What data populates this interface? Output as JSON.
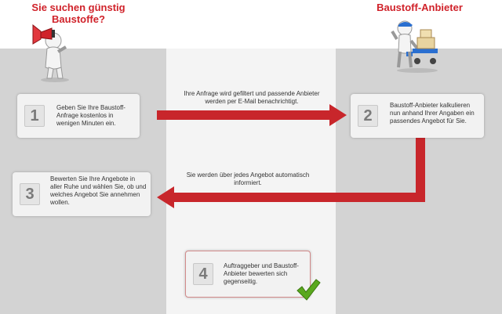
{
  "headings": {
    "left": "Sie suchen günstig Baustoffe?",
    "right": "Baustoff-Anbieter"
  },
  "steps": [
    {
      "number": "1",
      "text": "Geben Sie Ihre Baustoff-Anfrage kostenlos in wenigen Minuten ein."
    },
    {
      "number": "2",
      "text": "Baustoff-Anbieter kalkulieren nun anhand Ihrer Angaben ein passendes Angebot für Sie."
    },
    {
      "number": "3",
      "text": "Bewerten Sie Ihre Angebote in aller Ruhe und wählen Sie, ob und welches Angebot Sie annehmen wollen."
    },
    {
      "number": "4",
      "text": "Auftraggeber und Baustoff-Anbieter bewerten sich gegenseitig."
    }
  ],
  "arrow_notes": {
    "forward": "Ihre Anfrage wird gefiltert und passende Anbieter werden per E-Mail benachrichtigt.",
    "back": "Sie werden über jedes Angebot automatisch informiert."
  },
  "icons": {
    "left_figure": "megaphone-figure-icon",
    "right_figure": "delivery-cart-figure-icon",
    "done": "checkmark-icon"
  },
  "colors": {
    "heading": "#d0222a",
    "arrow": "#c8262b",
    "check": "#5aa81e"
  }
}
